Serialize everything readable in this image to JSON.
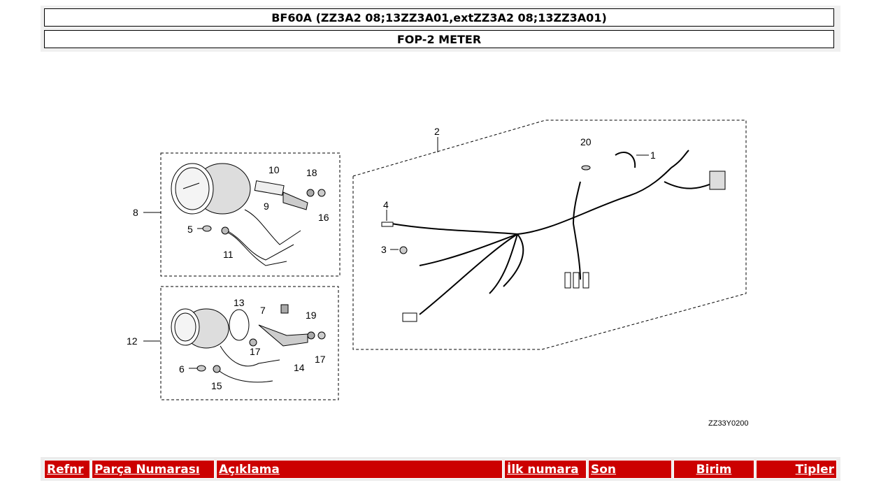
{
  "header": {
    "model": "BF60A (ZZ3A2 08;13ZZ3A01,extZZ3A2 08;13ZZ3A01)",
    "section": "FOP-2 METER"
  },
  "diagram": {
    "code": "ZZ33Y0200",
    "callouts": [
      "1",
      "2",
      "3",
      "4",
      "5",
      "6",
      "7",
      "8",
      "9",
      "10",
      "11",
      "12",
      "13",
      "14",
      "15",
      "16",
      "17",
      "17",
      "18",
      "19",
      "20"
    ]
  },
  "table": {
    "columns": [
      "Refnr",
      "Parça Numarası",
      "Açıklama",
      "İlk numara",
      "Son",
      "Birim",
      "Tipler"
    ]
  },
  "colors": {
    "header_bg": "#cc0000",
    "header_text": "#ffffff"
  }
}
